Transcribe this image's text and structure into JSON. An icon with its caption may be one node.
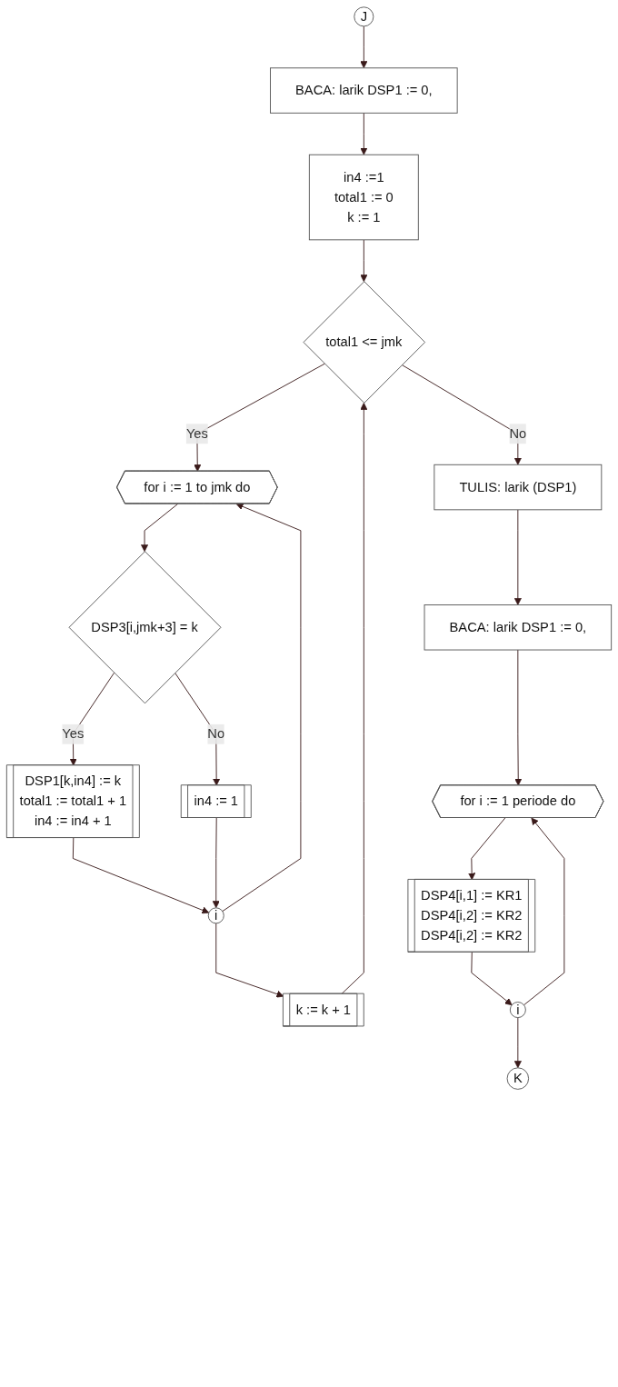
{
  "diagram": {
    "nodes": [
      {
        "text": [
          "J"
        ]
      },
      {
        "text": [
          "BACA: larik DSP1 := 0,"
        ]
      },
      {
        "text": [
          "in4 :=1",
          "total1 := 0",
          "k := 1"
        ]
      },
      {
        "text": [
          "total1 <= jmk"
        ]
      },
      {
        "text": [
          "for i := 1 to jmk do"
        ]
      },
      {
        "text": [
          "DSP3[i,jmk+3] = k"
        ]
      },
      {
        "text": [
          "DSP1[k,in4] := k",
          "total1 := total1 + 1",
          "in4 := in4 + 1"
        ]
      },
      {
        "text": [
          "in4 := 1"
        ]
      },
      {
        "text": [
          "i"
        ]
      },
      {
        "text": [
          "k := k + 1"
        ]
      },
      {
        "text": [
          "TULIS: larik (DSP1)"
        ]
      },
      {
        "text": [
          "BACA: larik DSP1 := 0,"
        ]
      },
      {
        "text": [
          "for i := 1 periode do"
        ]
      },
      {
        "text": [
          "DSP4[i,1] := KR1",
          "DSP4[i,2] := KR2",
          "DSP4[i,2] := KR2"
        ]
      },
      {
        "text": [
          "i"
        ]
      },
      {
        "text": [
          "K"
        ]
      }
    ],
    "edges": [
      {
        "from": 0,
        "to": 1,
        "arrow": "to"
      },
      {
        "from": 1,
        "to": 2,
        "arrow": "to"
      },
      {
        "from": 2,
        "to": 3,
        "arrow": "to"
      },
      {
        "from": 3,
        "to": 4,
        "arrow": "to",
        "label": "Yes"
      },
      {
        "from": 4,
        "to": 5,
        "arrow": "to"
      },
      {
        "from": 5,
        "to": 6,
        "arrow": "to",
        "label": "Yes"
      },
      {
        "from": 5,
        "to": 7,
        "arrow": "to",
        "label": "No"
      },
      {
        "from": 6,
        "to": 8,
        "arrow": "to"
      },
      {
        "from": 7,
        "to": 8,
        "arrow": "to"
      },
      {
        "from": 8,
        "to": 4,
        "arrow": "to"
      },
      {
        "from": 8,
        "to": 9,
        "arrow": "to"
      },
      {
        "from": 9,
        "to": 3,
        "arrow": "to"
      },
      {
        "from": 3,
        "to": 10,
        "arrow": "to",
        "label": "No"
      },
      {
        "from": 10,
        "to": 11,
        "arrow": "to"
      },
      {
        "from": 11,
        "to": 12,
        "arrow": "to"
      },
      {
        "from": 12,
        "to": 13,
        "arrow": "to"
      },
      {
        "from": 13,
        "to": 14,
        "arrow": "to"
      },
      {
        "from": 14,
        "to": 12,
        "arrow": "to"
      },
      {
        "from": 14,
        "to": 15,
        "arrow": "to"
      }
    ]
  }
}
